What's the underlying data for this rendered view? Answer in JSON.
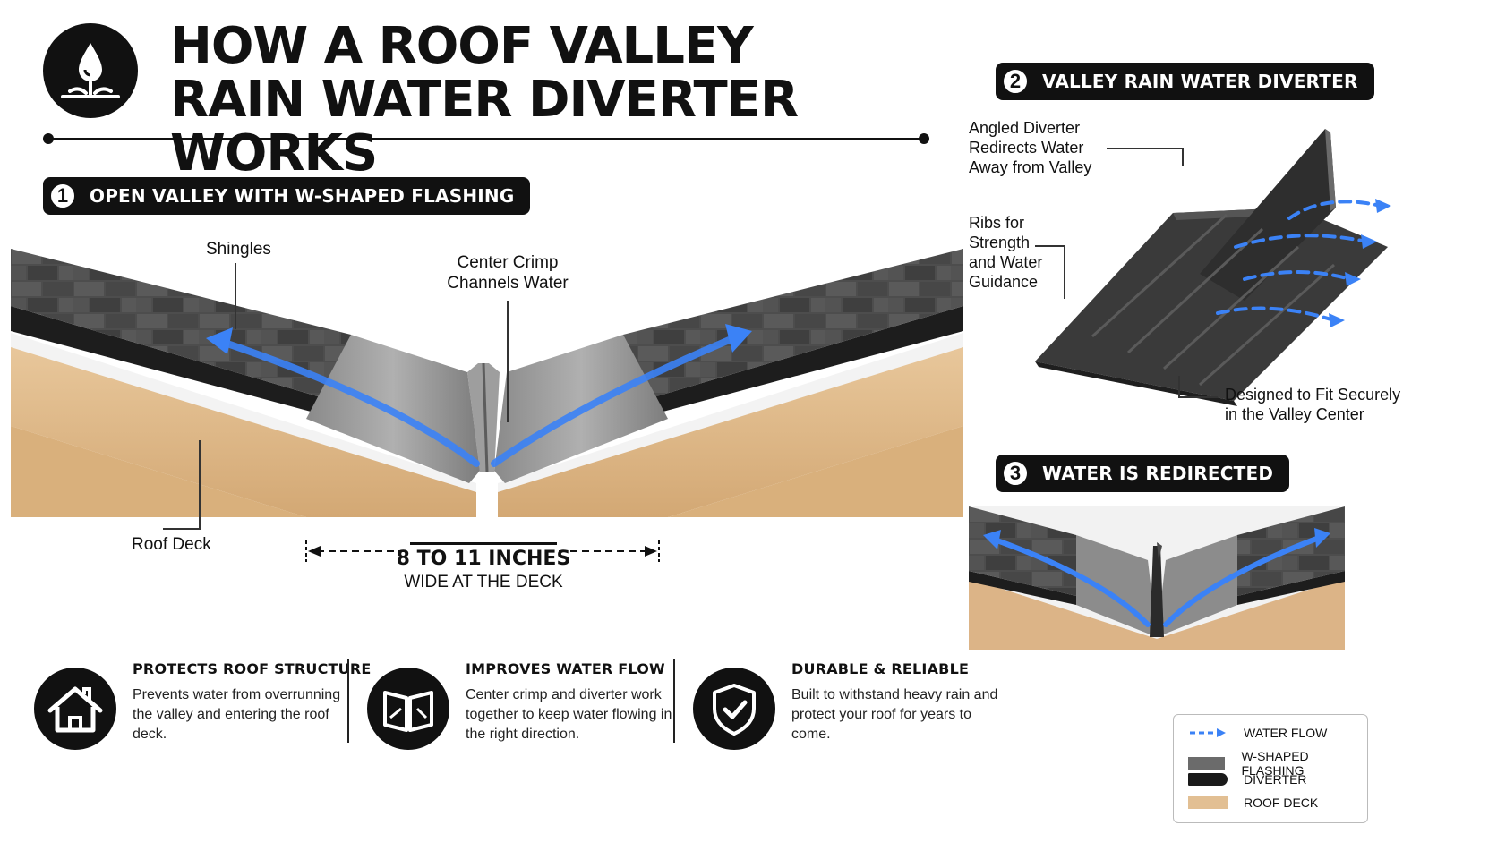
{
  "header": {
    "title_line1": "HOW A ROOF VALLEY",
    "title_line2": "RAIN WATER DIVERTER WORKS",
    "logo_icon": "water-drop-icon"
  },
  "section1": {
    "number": "1",
    "title": "OPEN VALLEY WITH W-SHAPED FLASHING",
    "callouts": {
      "shingles": "Shingles",
      "center_crimp": "Center Crimp\nChannels Water",
      "roof_deck": "Roof Deck"
    },
    "dimension": {
      "main": "8 TO 11 INCHES",
      "sub": "WIDE AT THE DECK"
    }
  },
  "section2": {
    "number": "2",
    "title": "VALLEY RAIN WATER DIVERTER",
    "callouts": {
      "angled": "Angled Diverter\nRedirects Water\nAway from Valley",
      "ribs": "Ribs for\nStrength\nand Water\nGuidance",
      "fit": "Designed to Fit Securely\nin the Valley Center"
    }
  },
  "section3": {
    "number": "3",
    "title": "WATER IS REDIRECTED"
  },
  "features": [
    {
      "icon": "house-icon",
      "title": "PROTECTS ROOF STRUCTURE",
      "desc": "Prevents water from overrunning the valley and entering the roof deck."
    },
    {
      "icon": "open-book-icon",
      "title": "IMPROVES WATER FLOW",
      "desc": "Center crimp and diverter work together to keep water flowing in the right direction."
    },
    {
      "icon": "shield-check-icon",
      "title": "DURABLE & RELIABLE",
      "desc": "Built to withstand heavy rain and protect your roof for years to come."
    }
  ],
  "legend": {
    "items": [
      {
        "label": "WATER FLOW",
        "color": "#3b82f6"
      },
      {
        "label": "W-SHAPED FLASHING",
        "color": "#6b6b6b"
      },
      {
        "label": "DIVERTER",
        "color": "#1a1a1a"
      },
      {
        "label": "ROOF DECK",
        "color": "#e2bf93"
      }
    ]
  },
  "colors": {
    "water": "#3b82f6",
    "flashing": "#7a7a7a",
    "diverter": "#2b2b2b",
    "deck": "#dcb487",
    "shingle": "#4a4a4a"
  }
}
